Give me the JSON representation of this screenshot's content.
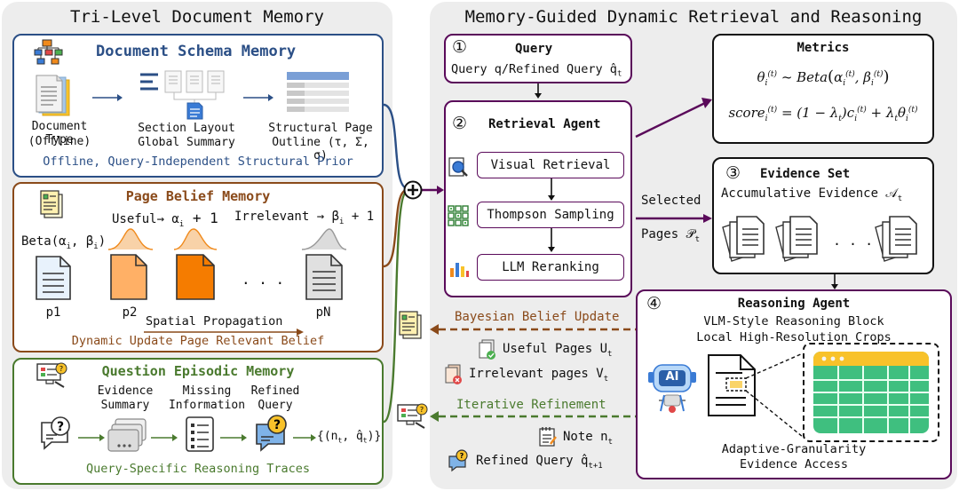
{
  "left": {
    "title": "Tri-Level Document Memory",
    "schema": {
      "title": "Document Schema Memory",
      "doc_type": "Document Type",
      "doc_type_sub": "(Offline)",
      "section_layout": "Section Layout",
      "global_summary": "Global Summary",
      "structural_page": "Structural Page",
      "outline": "Outline (τ, Σ, σ)",
      "footer": "Offline, Query-Independent Structural Prior"
    },
    "belief": {
      "title": "Page Belief Memory",
      "useful": "Useful→ α",
      "useful_sub": "i",
      "useful_plus": " + 1",
      "irrelevant": "Irrelevant → β",
      "irrelevant_sub": "i",
      "irrelevant_plus": " + 1",
      "beta": "Beta(α",
      "beta_sub1": "i",
      "beta_mid": ", β",
      "beta_sub2": "i",
      "beta_end": ")",
      "p1": "p1",
      "p2": "p2",
      "pN": "pN",
      "dots": ". . .",
      "spatial": "Spatial Propagation",
      "footer": "Dynamic Update Page Relevant Belief"
    },
    "episodic": {
      "title": "Question Episodic Memory",
      "evidence": "Evidence",
      "summary": "Summary",
      "missing": "Missing",
      "information": "Information",
      "refined": "Refined",
      "query": "Query",
      "tuple": "{(n",
      "tuple_sub1": "t",
      "tuple_mid": ", q̂",
      "tuple_sub2": "t",
      "tuple_end": ")}",
      "footer": "Query-Specific Reasoning Traces"
    }
  },
  "right": {
    "title": "Memory-Guided Dynamic Retrieval and Reasoning",
    "query_box": {
      "num": "①",
      "title": "Query",
      "text": "Query q/Refined Query q̂",
      "text_sub": "t"
    },
    "retrieval": {
      "num": "②",
      "title": "Retrieval Agent",
      "visual": "Visual Retrieval",
      "thompson": "Thompson Sampling",
      "rerank": "LLM Reranking"
    },
    "metrics": {
      "title": "Metrics",
      "eq1": "θ_i^(t) ~ Beta(α_i^(t), β_i^(t))",
      "eq2": "score_i^(t) = (1 − λ_t)c_i^(t) + λ_t θ_i^(t)"
    },
    "evidence": {
      "num": "③",
      "title": "Evidence Set",
      "text": "Accumulative Evidence 𝒜",
      "text_sub": "t",
      "dots": ". . ."
    },
    "selected": "Selected",
    "pages": "Pages 𝒫",
    "pages_sub": "t",
    "reasoning": {
      "num": "④",
      "title": "Reasoning Agent",
      "line1": "VLM-Style Reasoning Block",
      "line2": "Local High-Resolution Crops",
      "ai": "AI",
      "footer1": "Adaptive-Granularity",
      "footer2": "Evidence Access"
    },
    "bayes": "Bayesian Belief Update",
    "useful_pages": "Useful Pages U",
    "useful_pages_sub": "t",
    "irrelevant_pages": "Irrelevant pages V",
    "irrelevant_pages_sub": "t",
    "iterative": "Iterative Refinement",
    "note": "Note n",
    "note_sub": "t",
    "refined_query": "Refined Query q̂",
    "refined_query_sub": "t+1"
  },
  "colors": {
    "schema": "#2b4f86",
    "belief": "#8a4a1a",
    "episodic": "#4a7a2e",
    "agent": "#5a0a5a",
    "orange": "#f08a1c",
    "panel": "#ededed"
  }
}
